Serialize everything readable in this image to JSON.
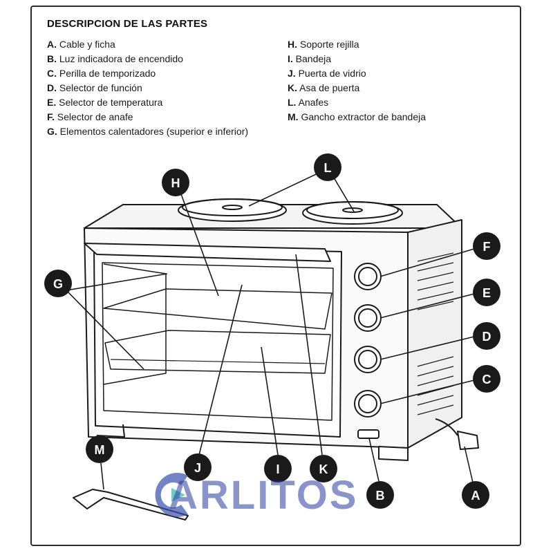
{
  "title": "DESCRIPCION DE LAS PARTES",
  "parts_left": [
    {
      "letter": "A.",
      "label": "Cable y ficha"
    },
    {
      "letter": "B.",
      "label": "Luz indicadora de encendido"
    },
    {
      "letter": "C.",
      "label": "Perilla de temporizado"
    },
    {
      "letter": "D.",
      "label": "Selector de función"
    },
    {
      "letter": "E.",
      "label": "Selector de temperatura"
    },
    {
      "letter": "F.",
      "label": "Selector de anafe"
    },
    {
      "letter": "G.",
      "label": "Elementos calentadores (superior e inferior)"
    }
  ],
  "parts_right": [
    {
      "letter": "H.",
      "label": "Soporte rejilla"
    },
    {
      "letter": "I.",
      "label": "Bandeja"
    },
    {
      "letter": "J.",
      "label": "Puerta de vidrio"
    },
    {
      "letter": "K.",
      "label": "Asa de puerta"
    },
    {
      "letter": "L.",
      "label": "Anafes"
    },
    {
      "letter": "M.",
      "label": "Gancho extractor de bandeja"
    }
  ],
  "callouts": {
    "a": "A",
    "b": "B",
    "c": "C",
    "d": "D",
    "e": "E",
    "f": "F",
    "g": "G",
    "h": "H",
    "i": "I",
    "j": "J",
    "k": "K",
    "l": "L",
    "m": "M"
  },
  "watermark": "ARLITOS",
  "colors": {
    "ink": "#1a1a1a",
    "watermark_blue": "#3a4fae",
    "watermark_teal": "#2fb8a6"
  }
}
